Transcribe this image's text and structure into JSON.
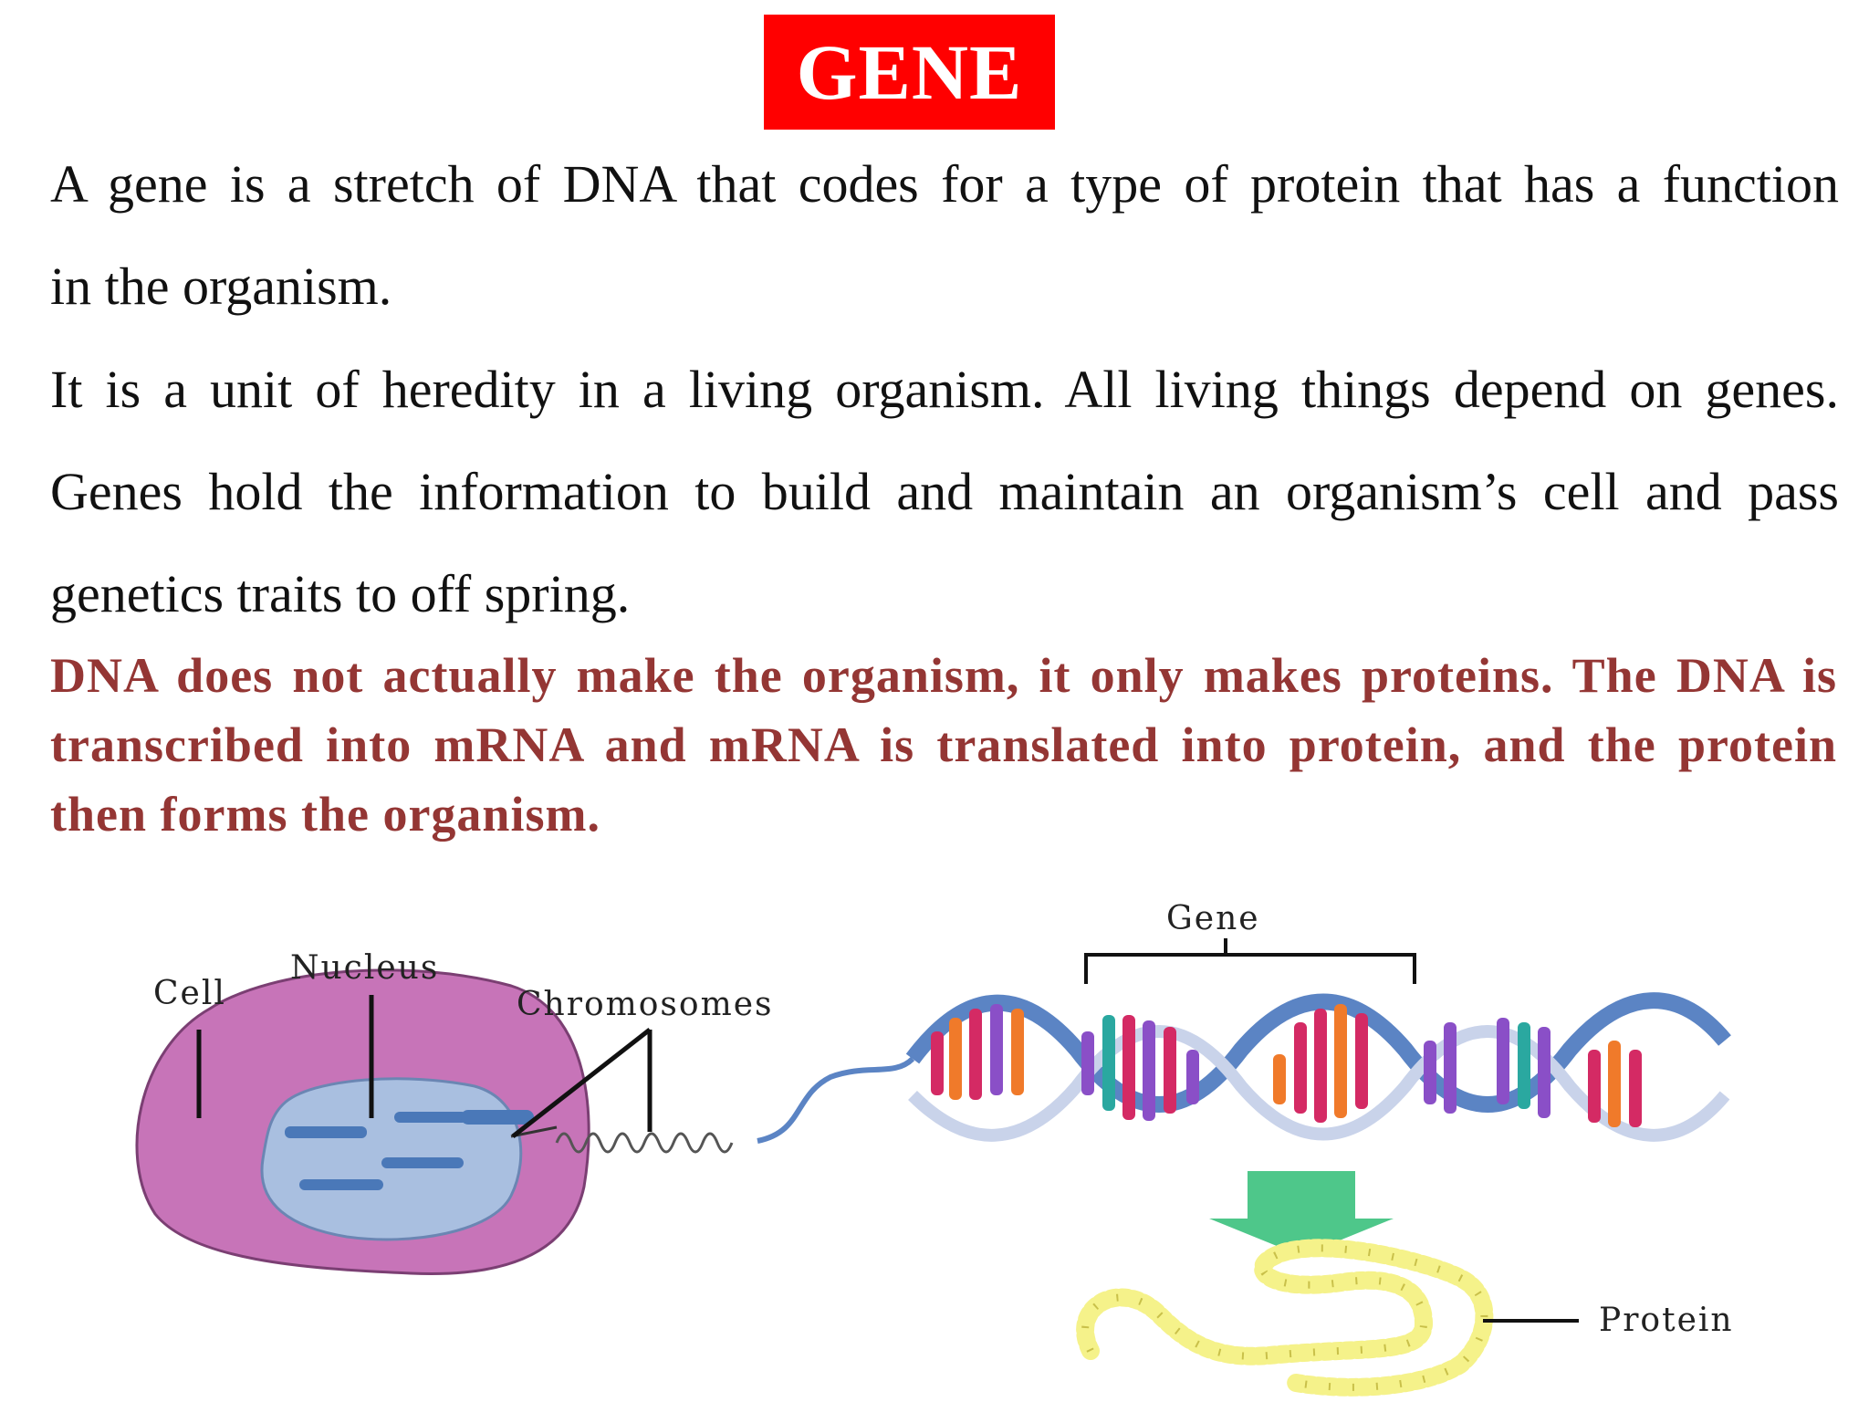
{
  "title": "GENE",
  "paragraph1": {
    "lines": [
      "A gene is a stretch of  DNA that codes for a type of protein that has a function",
      "in the organism."
    ]
  },
  "paragraph2": {
    "lines": [
      "It is a unit of heredity in a living organism. All living things depend on genes.",
      "Genes hold the information to build and maintain an  organism’s cell and pass",
      "genetics traits to off spring."
    ]
  },
  "highlight": "DNA does not actually make the organism, it only makes  proteins. The DNA is transcribed into mRNA and mRNA is translated into protein, and the protein  then forms the organism.",
  "diagram": {
    "labels": {
      "cell": "Cell",
      "nucleus": "Nucleus",
      "chromosomes": "Chromosomes",
      "gene": "Gene",
      "protein": "Protein"
    },
    "colors": {
      "title_bg": "#ff0000",
      "highlight_text": "#943634",
      "cell": "#c774b8",
      "nucleus": "#a9bfe0",
      "chromosome": "#4a78b8",
      "helix_strand": "#5b84c4",
      "arrow": "#4ec78a",
      "protein_beads": "#f5f28a"
    }
  }
}
